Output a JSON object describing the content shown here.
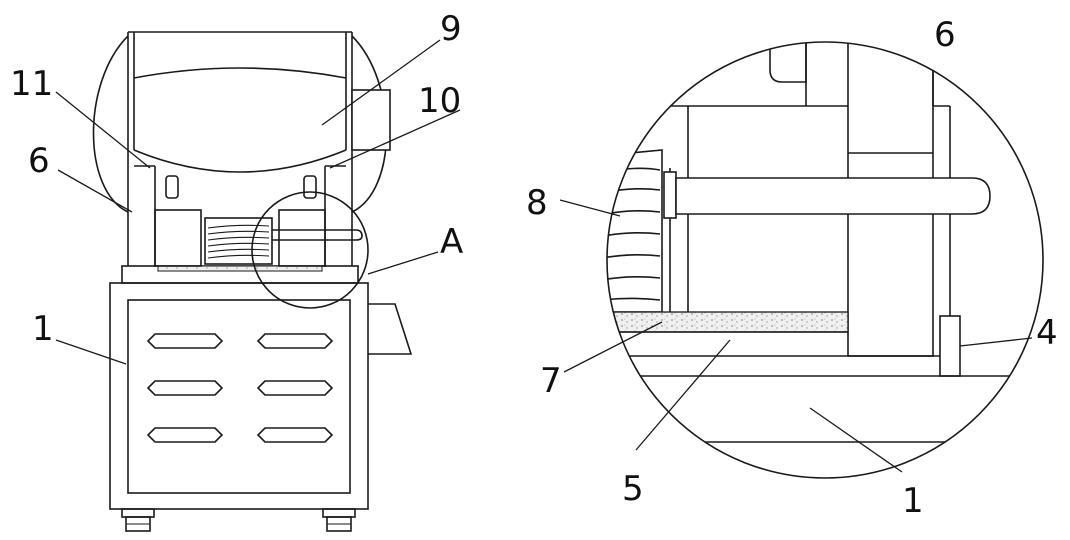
{
  "labels": {
    "left_9": "9",
    "left_11": "11",
    "left_10": "10",
    "left_6": "6",
    "left_A": "A",
    "left_1": "1",
    "right_6": "6",
    "right_8": "8",
    "right_4": "4",
    "right_7": "7",
    "right_5": "5",
    "right_1": "1"
  },
  "colors": {
    "line": "#1a1a1a",
    "background": "#ffffff",
    "filter_pad": "#f0f0f0"
  }
}
